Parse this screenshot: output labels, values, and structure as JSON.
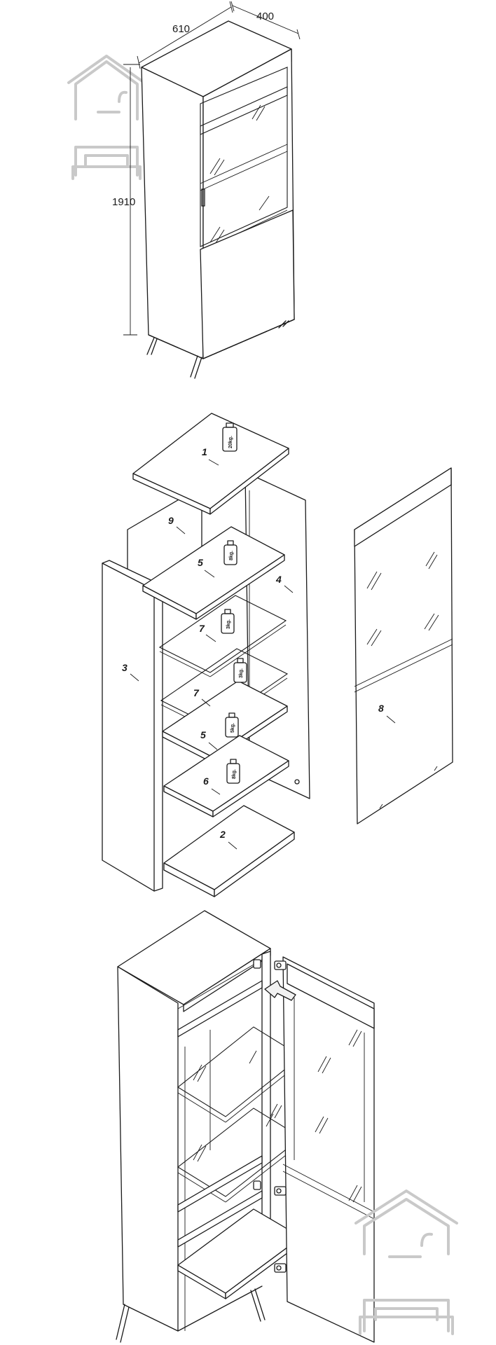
{
  "dimensions": {
    "width": "610",
    "depth": "400",
    "height": "1910"
  },
  "parts": {
    "p1": "1",
    "p2": "2",
    "p3": "3",
    "p4": "4",
    "p5a": "5",
    "p5b": "5",
    "p6": "6",
    "p7a": "7",
    "p7b": "7",
    "p8": "8",
    "p9": "9"
  },
  "weights": {
    "top": "20kg.",
    "shelf_upper": "8kg.",
    "glass_upper": "3kg.",
    "glass_lower": "3kg.",
    "shelf_middle": "5kg.",
    "shelf_lower": "8kg."
  },
  "icons": {
    "watermark": "house-sofa-icon",
    "weight": "weight-icon",
    "hinge": "hinge-icon",
    "arrow": "arrow-icon"
  }
}
